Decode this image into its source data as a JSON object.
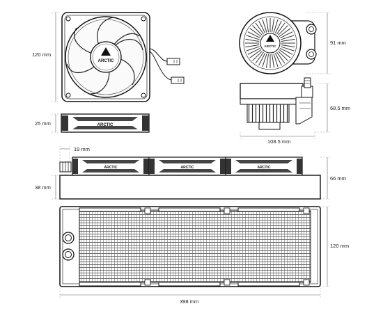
{
  "brand": {
    "logo": "ARCTIC"
  },
  "views": {
    "fan_front": {
      "height_label": "120 mm"
    },
    "fan_side": {
      "depth_label": "25 mm"
    },
    "pump_top": {
      "height_label": "91 mm"
    },
    "pump_side": {
      "height_label": "68.5 mm",
      "width_label": "108.5 mm"
    },
    "radiator_side": {
      "tube_offset_label": "19 mm",
      "radiator_depth_label": "38 mm",
      "total_depth_label": "66 mm"
    },
    "radiator_front": {
      "height_label": "120 mm",
      "length_label": "398 mm"
    }
  }
}
